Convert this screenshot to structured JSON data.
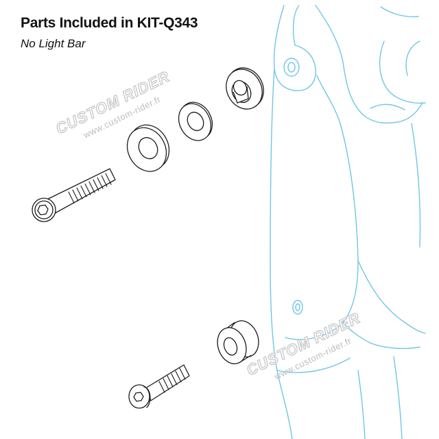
{
  "heading": {
    "title": "Parts Included in KIT-Q343",
    "subtitle": "No Light Bar"
  },
  "watermarks": [
    {
      "brand": "CUSTOM RIDER",
      "url": "www.custom-rider.fr"
    },
    {
      "brand": "CUSTOM RIDER",
      "url": "www.custom-rider.fr"
    }
  ],
  "colors": {
    "parts_line": "#1a1a1a",
    "fork_outline": "#6ec6e6",
    "watermark": "#c8c8c8"
  },
  "parts": [
    {
      "type": "countersunk-screw",
      "icon": "long-screw-icon"
    },
    {
      "type": "thick-washer",
      "icon": "washer-icon"
    },
    {
      "type": "flat-washer",
      "icon": "washer-icon"
    },
    {
      "type": "flanged-bushing",
      "icon": "bushing-icon"
    },
    {
      "type": "button-head-screw",
      "icon": "short-screw-icon"
    },
    {
      "type": "spool-spacer",
      "icon": "spacer-icon"
    }
  ]
}
